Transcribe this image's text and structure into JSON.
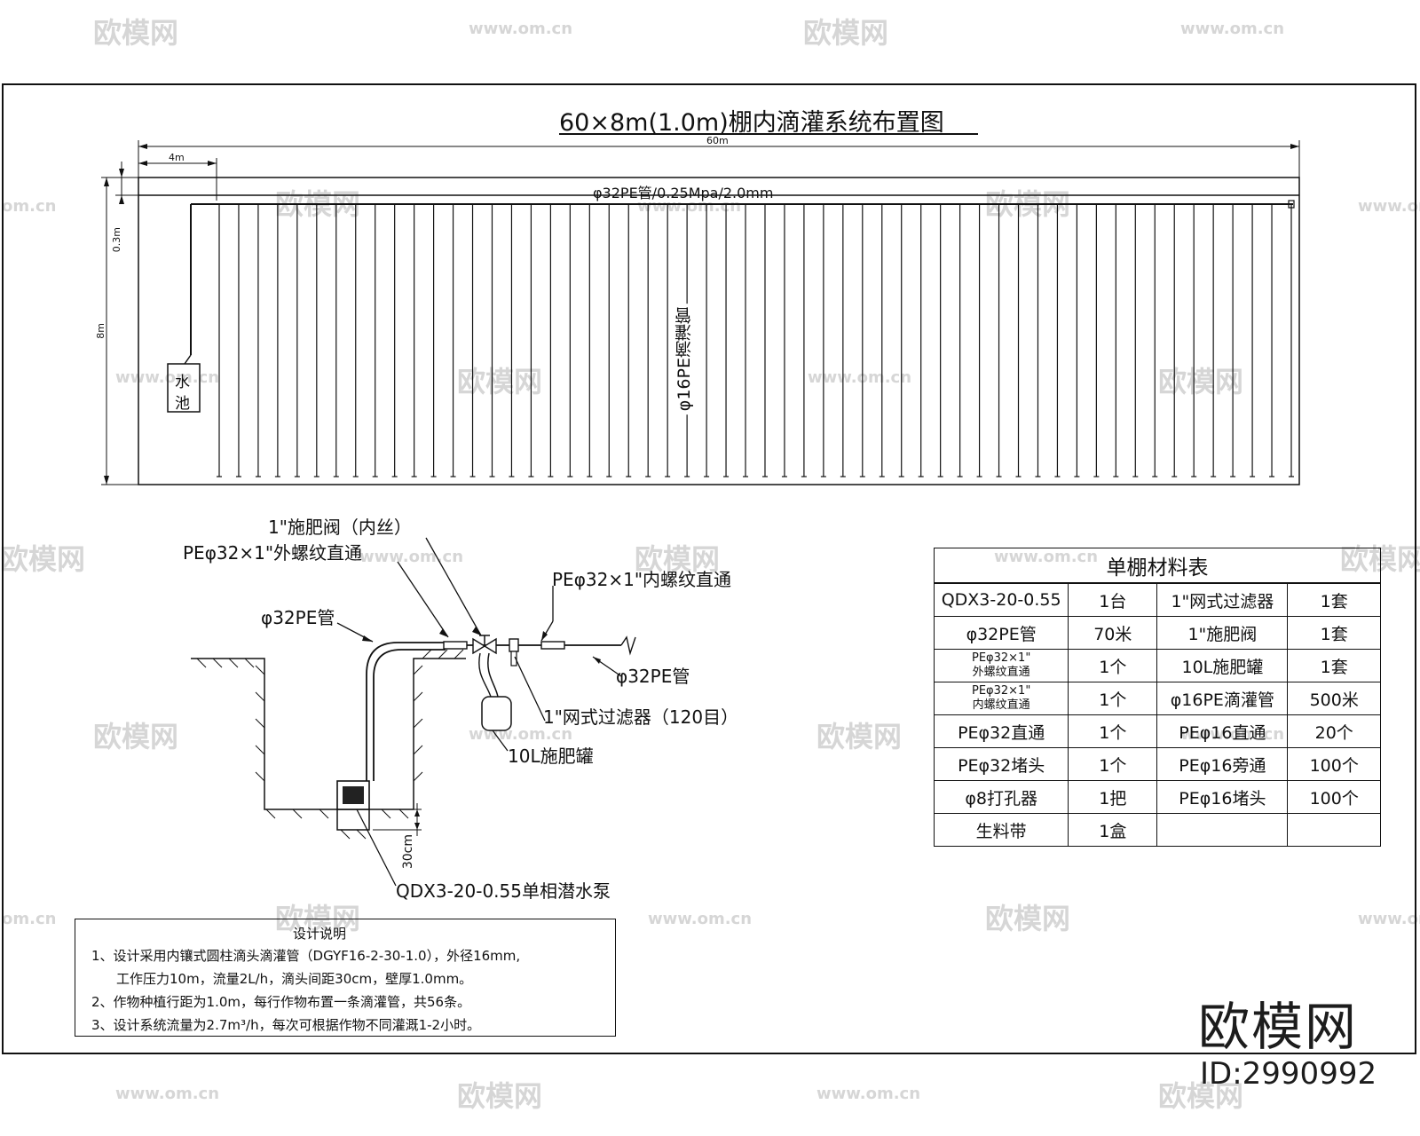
{
  "title": "60×8m(1.0m)棚内滴灌系统布置图",
  "plan": {
    "dim_length": "60m",
    "dim_4m": "4m",
    "dim_03m": "0.3m",
    "dim_8m": "8m",
    "main_pipe_label": "φ32PE管/0.25Mpa/2.0mm",
    "drip_pipe_label": "φ16PE滴灌管",
    "tank_label_1": "水",
    "tank_label_2": "池"
  },
  "detail": {
    "valve_label": "1\"施肥阀（内丝）",
    "outer_thread_label": "PEφ32×1\"外螺纹直通",
    "inner_thread_label": "PEφ32×1\"内螺纹直通",
    "pipe_left_label": "φ32PE管",
    "pipe_right_label": "φ32PE管",
    "filter_label": "1\"网式过滤器（120目）",
    "tank_label": "10L施肥罐",
    "depth_label": "30cm",
    "pump_label": "QDX3-20-0.55单相潜水泵"
  },
  "materials": {
    "title": "单棚材料表",
    "rows": [
      {
        "a": "QDX3-20-0.55",
        "b": "1台",
        "c": "1\"网式过滤器",
        "d": "1套"
      },
      {
        "a": "φ32PE管",
        "b": "70米",
        "c": "1\"施肥阀",
        "d": "1套"
      },
      {
        "a1": "PEφ32×1\"",
        "a2": "外螺纹直通",
        "b": "1个",
        "c": "10L施肥罐",
        "d": "1套"
      },
      {
        "a1": "PEφ32×1\"",
        "a2": "内螺纹直通",
        "b": "1个",
        "c": "φ16PE滴灌管",
        "d": "500米"
      },
      {
        "a": "PEφ32直通",
        "b": "1个",
        "c": "PEφ16直通",
        "d": "20个"
      },
      {
        "a": "PEφ32堵头",
        "b": "1个",
        "c": "PEφ16旁通",
        "d": "100个"
      },
      {
        "a": "φ8打孔器",
        "b": "1把",
        "c": "PEφ16堵头",
        "d": "100个"
      },
      {
        "a": "生料带",
        "b": "1盒",
        "c": "",
        "d": ""
      }
    ]
  },
  "notes": {
    "title": "设计说明",
    "line1": "1、设计采用内镶式圆柱滴头滴灌管（DGYF16-2-30-1.0），外径16mm,",
    "line2": "工作压力10m，流量2L/h，滴头间距30cm，壁厚1.0mm。",
    "line3": "2、作物种植行距为1.0m，每行作物布置一条滴灌管，共56条。",
    "line4": "3、设计系统流量为2.7m³/h，每次可根据作物不同灌溉1-2小时。"
  },
  "watermark": {
    "brand": "欧模网",
    "url": "www.om.cn",
    "url_short": "om.cn"
  },
  "logo": {
    "text": "欧模网",
    "id": "ID:2990992"
  }
}
